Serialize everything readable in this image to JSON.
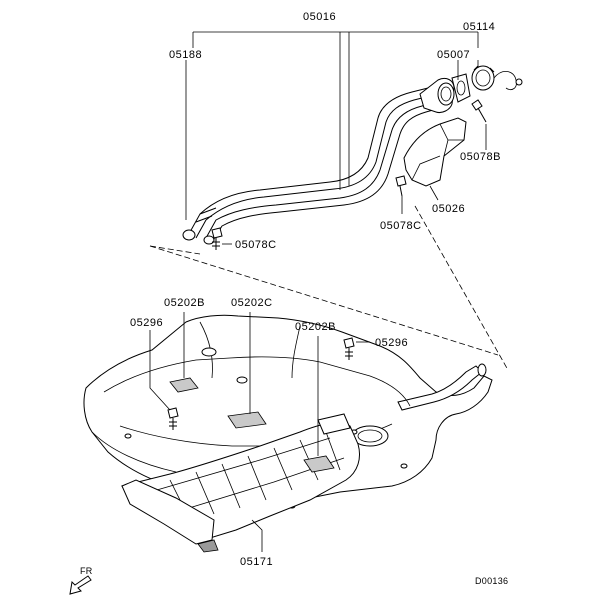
{
  "labels": {
    "p05016": "05016",
    "p05188": "05188",
    "p05114": "05114",
    "p05007": "05007",
    "p05078B": "05078B",
    "p05026": "05026",
    "p05078C_right": "05078C",
    "p05078C_left": "05078C",
    "p05202B_left": "05202B",
    "p05202C": "05202C",
    "p05202B_right": "05202B",
    "p05296_left": "05296",
    "p05296_right": "05296",
    "p05171": "05171"
  },
  "direction_label": "FR",
  "figure_id": "D00136"
}
